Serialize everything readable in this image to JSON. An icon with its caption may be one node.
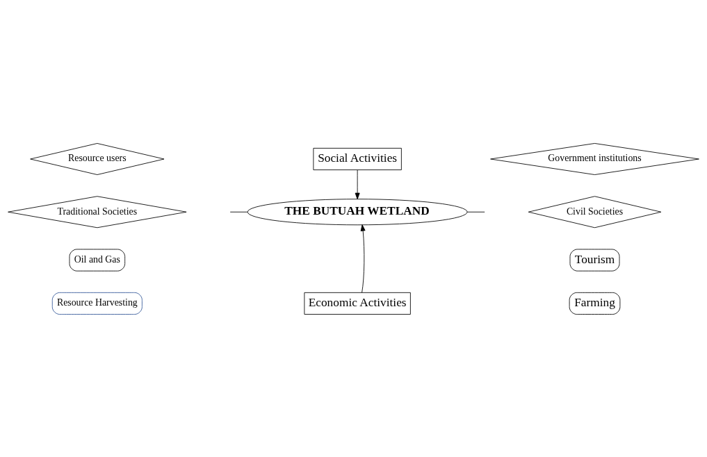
{
  "diagram": {
    "nodes": [
      {
        "text": [
          "Resource users"
        ]
      },
      {
        "text": [
          "Social Activities"
        ]
      },
      {
        "text": [
          "Government institutions"
        ]
      },
      {
        "text": [
          "Traditional Societies"
        ]
      },
      {
        "text": [
          "Civil Societies"
        ]
      },
      {
        "text": [
          "THE BUTUAH WETLAND"
        ]
      },
      {
        "text": [
          "Oil and Gas"
        ]
      },
      {
        "text": [
          "Tourism"
        ]
      },
      {
        "text": [
          "Economic Activities"
        ]
      },
      {
        "text": [
          "Resource Harvesting"
        ]
      },
      {
        "text": [
          "Farming"
        ]
      }
    ],
    "edges": [
      {
        "from": 1,
        "to": 5,
        "arrow": "to"
      },
      {
        "from": 8,
        "to": 5,
        "arrow": "to"
      },
      {
        "from": null,
        "to": 5,
        "arrow": "none"
      },
      {
        "from": 5,
        "to": null,
        "arrow": "none"
      }
    ]
  }
}
